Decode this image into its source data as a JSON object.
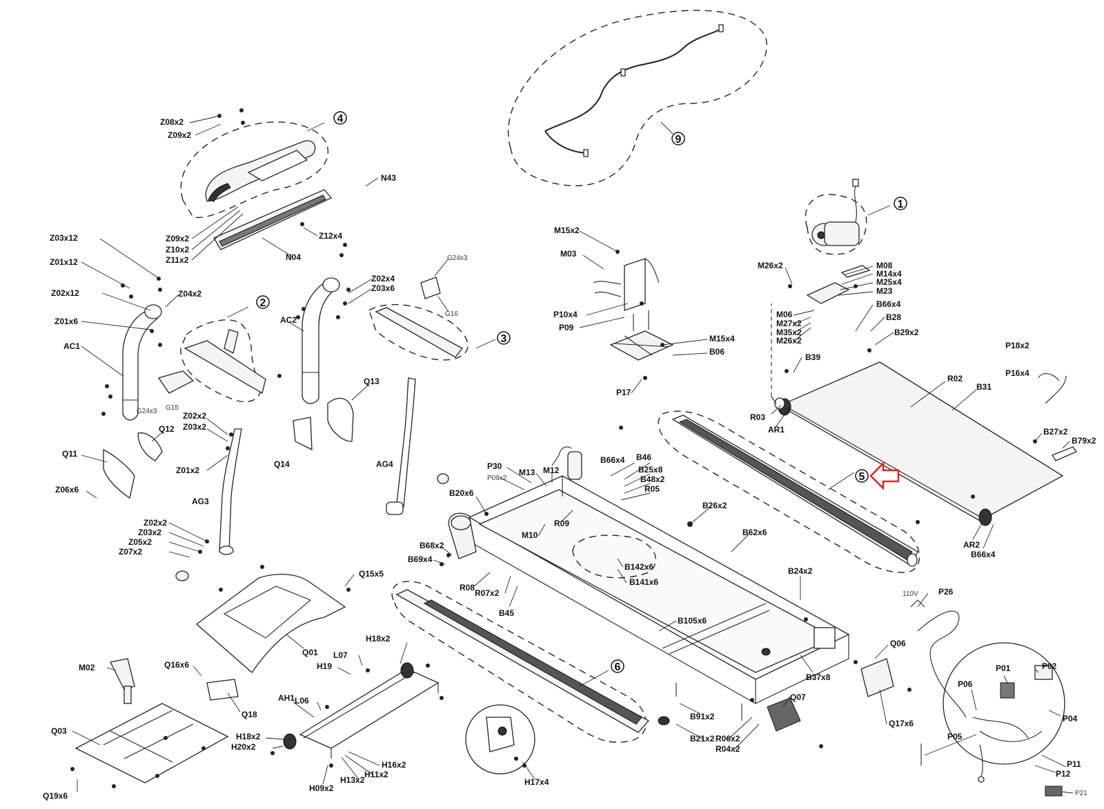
{
  "diagram": {
    "groups": [
      {
        "id": "grp-1",
        "num": "1"
      },
      {
        "id": "grp-2",
        "num": "2"
      },
      {
        "id": "grp-3",
        "num": "3"
      },
      {
        "id": "grp-4",
        "num": "4"
      },
      {
        "id": "grp-5",
        "num": "5"
      },
      {
        "id": "grp-6",
        "num": "6"
      },
      {
        "id": "grp-9",
        "num": "9"
      }
    ],
    "labels": {
      "z08x2": "Z08x2",
      "z09x2_top": "Z09x2",
      "n43": "N43",
      "z09x2": "Z09x2",
      "z10x2": "Z10x2",
      "z11x2": "Z11x2",
      "z12x4": "Z12x4",
      "n04": "N04",
      "z03x12": "Z03x12",
      "z01x12": "Z01x12",
      "z02x12": "Z02x12",
      "z04x2": "Z04x2",
      "z01x6": "Z01x6",
      "ac1": "AC1",
      "ac2": "AC2",
      "z02x4": "Z02x4",
      "z03x6": "Z03x6",
      "g24x3_top": "G24x3",
      "g16": "G16",
      "g24x3_left": "G24x3",
      "g15": "G15",
      "q13": "Q13",
      "q12": "Q12",
      "z02x2_a": "Z02x2",
      "z03x2_a": "Z03x2",
      "z01x2": "Z01x2",
      "q11": "Q11",
      "z06x6": "Z06x6",
      "q14": "Q14",
      "ag4": "AG4",
      "ag3": "AG3",
      "z02x2_b": "Z02x2",
      "z03x2_b": "Z03x2",
      "z05x2": "Z05x2",
      "z07x2": "Z07x2",
      "q15x5": "Q15x5",
      "q01": "Q01",
      "m02": "M02",
      "q16x6": "Q16x6",
      "q18": "Q18",
      "q03": "Q03",
      "q19x6": "Q19x6",
      "l07": "L07",
      "h19": "H19",
      "h18x2": "H18x2",
      "l06": "L06",
      "ah1": "AH1",
      "h18x2_b": "H18x2",
      "h20x2": "H20x2",
      "h16x2": "H16x2",
      "h11x2": "H11x2",
      "h13x2": "H13x2",
      "h09x2": "H09x2",
      "h17x4": "H17x4",
      "m15x2": "M15x2",
      "m03": "M03",
      "p10x4": "P10x4",
      "p09": "P09",
      "m15x4": "M15x4",
      "b06": "B06",
      "p17": "P17",
      "m26x2": "M26x2",
      "m08": "M08",
      "m14x4": "M14x4",
      "m25x4": "M25x4",
      "m23": "M23",
      "b66x4_top": "B66x4",
      "m06": "M06",
      "m27x2": "M27x2",
      "m35x2": "M35x2",
      "m26x2_b": "M26x2",
      "b28": "B28",
      "b29x2": "B29x2",
      "b39": "B39",
      "p18x2": "P18x2",
      "p16x4": "P16x4",
      "r02": "R02",
      "b31": "B31",
      "r03": "R03",
      "ar1": "AR1",
      "b27x2": "B27x2",
      "b79x2": "B79x2",
      "ar2": "AR2",
      "b66x4": "B66x4",
      "p30": "P30",
      "p09x2": "P09x2",
      "m13": "M13",
      "m12": "M12",
      "b66x4_mid": "B66x4",
      "b46": "B46",
      "b25x8": "B25x8",
      "b48x2": "B48x2",
      "r05": "R05",
      "b20x6": "B20x6",
      "r09": "R09",
      "m10": "M10",
      "b26x2": "B26x2",
      "b62x6": "B62x6",
      "b68x2": "B68x2",
      "b69x4": "B69x4",
      "b142x6": "B142x6",
      "b141x6": "B141x6",
      "r08": "R08",
      "r07x2": "R07x2",
      "b45": "B45",
      "b24x2": "B24x2",
      "b105x6": "B105x6",
      "p26": "P26",
      "v110": "110V",
      "q06": "Q06",
      "p02": "P02",
      "p01": "P01",
      "p06": "P06",
      "b37x8": "B37x8",
      "q07": "Q07",
      "q17x6": "Q17x6",
      "b91x2": "B91x2",
      "b21x2": "B21x2",
      "r06x2": "R06x2",
      "r04x2": "R04x2",
      "p04": "P04",
      "p05": "P05",
      "p11": "P11",
      "p12": "P12",
      "p21": "P21"
    },
    "highlight_arrow_color": "#e02020"
  }
}
